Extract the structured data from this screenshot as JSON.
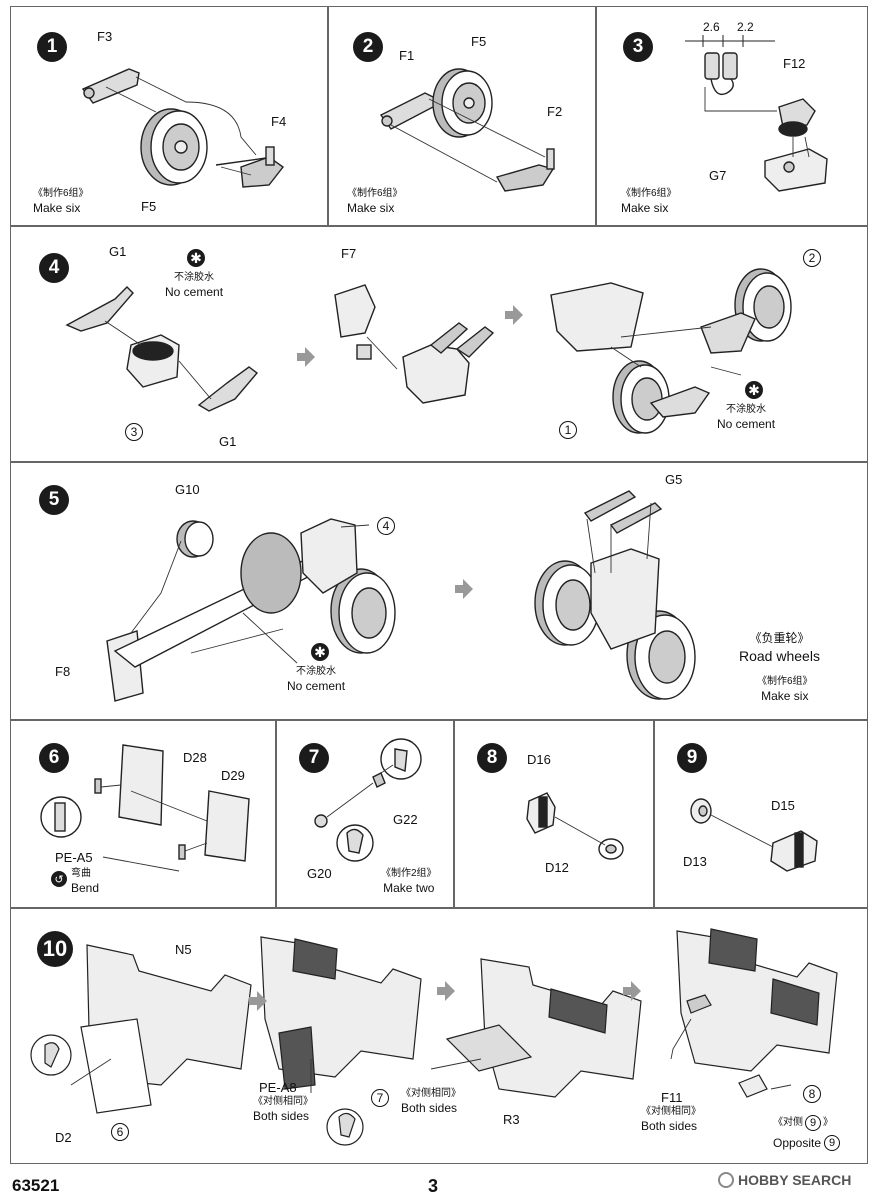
{
  "steps": {
    "s1": {
      "num": "1",
      "labels": {
        "f3": "F3",
        "f4": "F4",
        "f5": "F5"
      },
      "note_cn": "《制作6组》",
      "note_en": "Make six"
    },
    "s2": {
      "num": "2",
      "labels": {
        "f1": "F1",
        "f5": "F5",
        "f2": "F2"
      },
      "note_cn": "《制作6组》",
      "note_en": "Make six"
    },
    "s3": {
      "num": "3",
      "dim1": "2.6",
      "dim2": "2.2",
      "labels": {
        "f12": "F12",
        "g7": "G7"
      },
      "note_cn": "《制作6组》",
      "note_en": "Make six"
    },
    "s4": {
      "num": "4",
      "labels": {
        "g1a": "G1",
        "g1b": "G1",
        "f7": "F7"
      },
      "ref3": "3",
      "ref2": "2",
      "ref1": "1",
      "nocement_cn": "不涂胶水",
      "nocement_en": "No cement"
    },
    "s5": {
      "num": "5",
      "labels": {
        "g10": "G10",
        "f8": "F8",
        "g5": "G5"
      },
      "ref4": "4",
      "nocement_cn": "不涂胶水",
      "nocement_en": "No cement",
      "title_cn": "《负重轮》",
      "title_en": "Road wheels",
      "note_cn": "《制作6组》",
      "note_en": "Make six"
    },
    "s6": {
      "num": "6",
      "labels": {
        "d28": "D28",
        "d29": "D29",
        "pea5": "PE-A5"
      },
      "bend_cn": "弯曲",
      "bend_en": "Bend"
    },
    "s7": {
      "num": "7",
      "labels": {
        "g22": "G22",
        "g20": "G20"
      },
      "note_cn": "《制作2组》",
      "note_en": "Make two"
    },
    "s8": {
      "num": "8",
      "labels": {
        "d16": "D16",
        "d12": "D12"
      }
    },
    "s9": {
      "num": "9",
      "labels": {
        "d15": "D15",
        "d13": "D13"
      }
    },
    "s10": {
      "num": "10",
      "labels": {
        "n5": "N5",
        "d2": "D2",
        "pea8": "PE-A8",
        "r3": "R3",
        "f11": "F11"
      },
      "ref6": "6",
      "ref7": "7",
      "ref8": "8",
      "ref9a": "9",
      "ref9b": "9",
      "both1_cn": "《对侧相同》",
      "both1_en": "Both sides",
      "both2_cn": "《对侧相同》",
      "both2_en": "Both sides",
      "both3_cn": "《对侧相同》",
      "both3_en": "Both sides",
      "opp_cn": "《对侧",
      "opp_en": "Opposite",
      "opp_close": "》"
    }
  },
  "footer": {
    "code": "63521",
    "page": "3",
    "watermark": "HOBBY SEARCH"
  }
}
